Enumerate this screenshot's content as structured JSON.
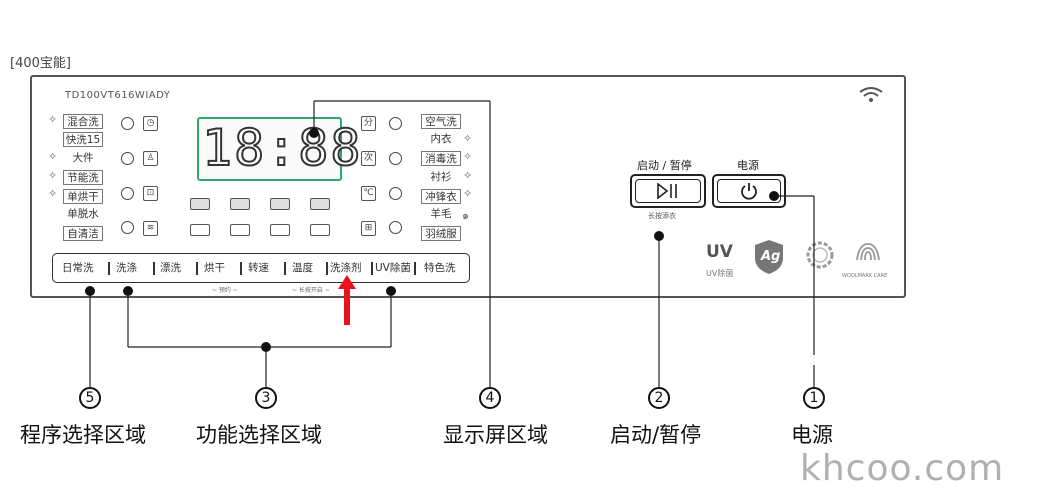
{
  "top_note": "[400宝能]",
  "model": "TD100VT616WIADY",
  "display_time": "18:88",
  "programs_left": [
    "混合洗",
    "快洗15",
    "大件",
    "节能洗",
    "单烘干",
    "单脱水",
    "自清洁"
  ],
  "programs_right": [
    "空气洗",
    "内衣",
    "消毒洗",
    "衬衫",
    "冲锋衣",
    "羊毛",
    "羽绒服"
  ],
  "function_bar": {
    "items": [
      "日常洗",
      "洗涤",
      "漂洗",
      "烘干",
      "转速",
      "温度",
      "洗涤剂",
      "UV除菌",
      "特色洗"
    ],
    "sub_left": "~ 预约 ~",
    "sub_right": "~ 长按开启 ~"
  },
  "buttons": {
    "start_label": "启动 / 暂停",
    "start_sub": "长按添衣",
    "power_label": "电源"
  },
  "badges": {
    "uv_title": "UV",
    "uv_sub": "UV除菌",
    "ag_text": "Ag",
    "wool_text": "WOOLMARK CARE"
  },
  "callouts": [
    {
      "num": "5",
      "label": "程序选择区域"
    },
    {
      "num": "3",
      "label": "功能选择区域"
    },
    {
      "num": "4",
      "label": "显示屏区域"
    },
    {
      "num": "2",
      "label": "启动/暂停"
    },
    {
      "num": "1",
      "label": "电源"
    }
  ],
  "watermark": "khcoo.com",
  "colors": {
    "display_border": "#2fa870",
    "arrow": "#e8141b"
  }
}
